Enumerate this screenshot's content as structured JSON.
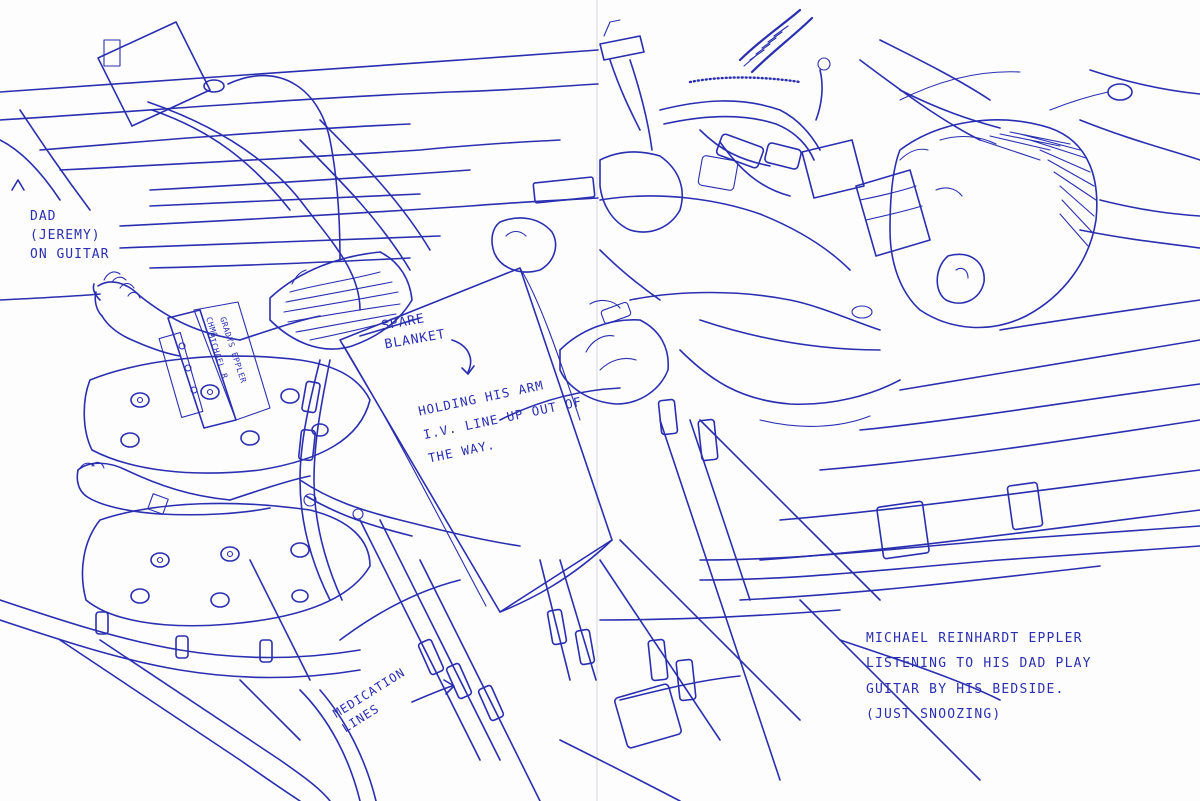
{
  "colors": {
    "ink": "#2a2fb0",
    "paper": "#fdfdfd",
    "gutter": "#e9e9ee"
  },
  "annotations": {
    "dad_on_guitar": "DAD\n(JEREMY)\nON GUITAR",
    "spare_blanket": "SPARE\nBLANKET",
    "holding_arm": "HOLDING HIS ARM\nI.V. LINE UP OUT OF\nTHE WAY.",
    "medication_lines": "MEDICATION\nLINES"
  },
  "caption": {
    "line1": "MICHAEL REINHARDT EPPLER",
    "line2": "LISTENING TO HIS DAD PLAY",
    "line3": "GUITAR BY HIS BEDSIDE.",
    "line4": "(JUST SNOOZING)"
  },
  "wristband": {
    "label": "CHMC",
    "name": "GRADYS EPPLER",
    "baby": "MICHAEL R"
  },
  "icons": {
    "arrow_blanket": "curved-arrow-icon",
    "arrow_meds": "arrow-right-icon",
    "pointer_dad": "caret-up-icon"
  }
}
